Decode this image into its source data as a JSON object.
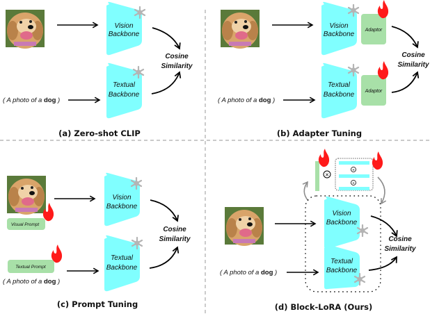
{
  "figure": {
    "colors": {
      "backbone": "#80ffff",
      "adaptor": "#a8e0a8",
      "flame": "#ff1a1a",
      "snowflake": "#b4b4b4",
      "arrow": "#000000",
      "gray_arrow": "#8c8c8c",
      "divider": "#aaaaaa"
    },
    "common": {
      "vision_line1": "Vision",
      "vision_line2": "Backbone",
      "textual_line1": "Textual",
      "textual_line2": "Backbone",
      "cosine_line1": "Cosine",
      "cosine_line2": "Similarity",
      "prompt_prefix": "( A photo of a ",
      "prompt_bold": "dog",
      "prompt_suffix": " )"
    },
    "panels": [
      {
        "id": "a",
        "caption": "(a) Zero-shot CLIP"
      },
      {
        "id": "b",
        "caption": "(b) Adapter Tuning",
        "adaptor_label": "Adaptor"
      },
      {
        "id": "c",
        "caption": "(c) Prompt Tuning",
        "visual_prompt": "Visual Prompt",
        "textual_prompt": "Textual Prompt"
      },
      {
        "id": "d",
        "caption": "(d) Block-LoRA (Ours)",
        "multiply_symbol": "⊗",
        "add_symbol": "⊕"
      }
    ]
  }
}
